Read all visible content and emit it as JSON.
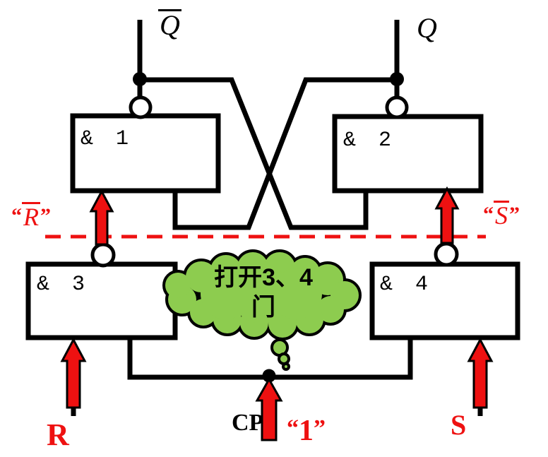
{
  "colors": {
    "wire": "#000000",
    "accent_red": "#ee1111",
    "cloud_green": "#8dcc4f",
    "gate_fill": "#ffffff",
    "background": "#ffffff"
  },
  "gates": [
    {
      "label": "& 1"
    },
    {
      "label": "& 2"
    },
    {
      "label": "& 3"
    },
    {
      "label": "& 4"
    }
  ],
  "outputs": {
    "q_bar_letter": "Q",
    "q_letter": "Q"
  },
  "intermediate": {
    "r_bar": {
      "open_quote": "“",
      "letter": "R",
      "close_quote": "”"
    },
    "s_bar": {
      "open_quote": "“",
      "letter": "S",
      "close_quote": "”"
    }
  },
  "inputs": {
    "r_label": "R",
    "s_label": "S",
    "cp_label": "CP",
    "cp_value": {
      "open_quote": "“",
      "digit": "1",
      "close_quote": "”"
    }
  },
  "annotation_cloud": {
    "line1": "打开3、4",
    "line2": "门"
  }
}
